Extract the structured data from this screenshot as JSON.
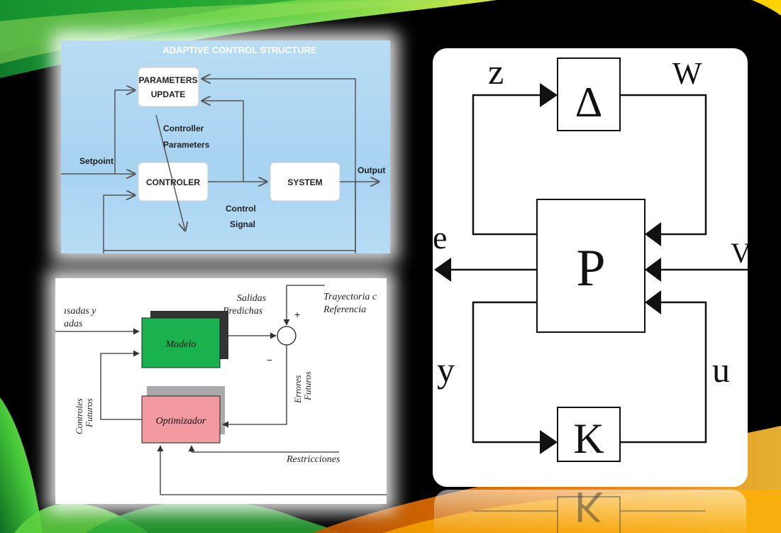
{
  "adaptive_diagram": {
    "title": "ADAPTIVE CONTROL STRUCTURE",
    "parameters_update_line1": "PARAMETERS",
    "parameters_update_line2": "UPDATE",
    "controller_params_line1": "Controller",
    "controller_params_line2": "Parameters",
    "setpoint": "Setpoint",
    "controller": "CONTROLER",
    "system": "SYSTEM",
    "output": "Output",
    "control_signal_line1": "Control",
    "control_signal_line2": "Signal"
  },
  "mpc_diagram": {
    "inputs_line1": "ısadas y",
    "inputs_line2": "adas",
    "salidas_line1": "Salidas",
    "salidas_line2": "Predichas",
    "trayectoria_line1": "Trayectoria c",
    "trayectoria_line2": "Referencia",
    "plus": "+",
    "minus": "−",
    "model": "Modelo",
    "optimizer": "Optimizador",
    "controles_line1": "Controles",
    "controles_line2": "Futuros",
    "errores_line1": "Errores",
    "errores_line2": "Futuros",
    "restricciones": "Restricciones"
  },
  "robust_diagram": {
    "z": "z",
    "delta": "Δ",
    "w": "W",
    "e": "e",
    "p": "P",
    "v": "V",
    "y": "y",
    "u": "u",
    "k": "K",
    "reflection_k": "K"
  },
  "colors": {
    "background": "#000000",
    "green_swoosh": "#2fbf2a",
    "orange_swoosh": "#ff8a00",
    "model_green": "#19b24f",
    "optimizer_pink": "#f29a9f",
    "adaptive_bg": "#aed6f2"
  }
}
